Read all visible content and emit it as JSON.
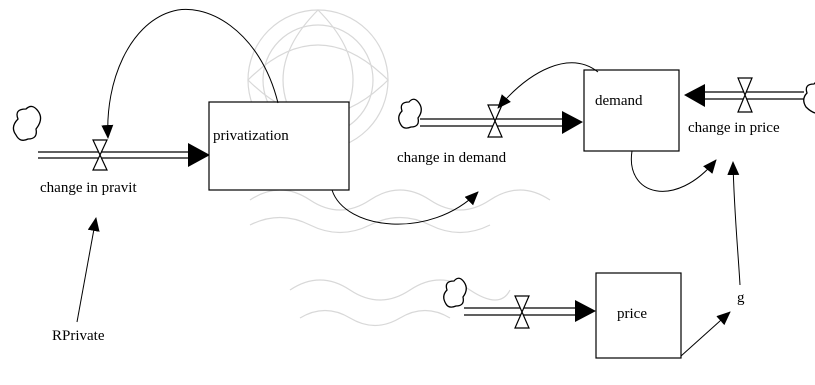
{
  "stocks": [
    {
      "id": "privatization",
      "label": "privatization"
    },
    {
      "id": "demand",
      "label": "demand"
    },
    {
      "id": "price",
      "label": "price"
    }
  ],
  "flows": [
    {
      "id": "change_in_pravit",
      "label": "change in pravit"
    },
    {
      "id": "change_in_demand",
      "label": "change in demand"
    },
    {
      "id": "change_in_price",
      "label": "change in price"
    },
    {
      "id": "price_inflow",
      "label": ""
    }
  ],
  "variables": [
    {
      "id": "RPrivate",
      "label": "RPrivate"
    },
    {
      "id": "g",
      "label": "g"
    }
  ],
  "links": [
    {
      "from": "privatization",
      "to": "change_in_pravit"
    },
    {
      "from": "privatization",
      "to": "change_in_demand"
    },
    {
      "from": "demand",
      "to": "change_in_demand"
    },
    {
      "from": "demand",
      "to": "change_in_price"
    },
    {
      "from": "g",
      "to": "change_in_price"
    },
    {
      "from": "price",
      "to": "g"
    },
    {
      "from": "RPrivate",
      "to": "change_in_pravit"
    }
  ],
  "colors": {
    "line": "#000000",
    "watermark": "#d8d8d8",
    "background": "#ffffff"
  }
}
